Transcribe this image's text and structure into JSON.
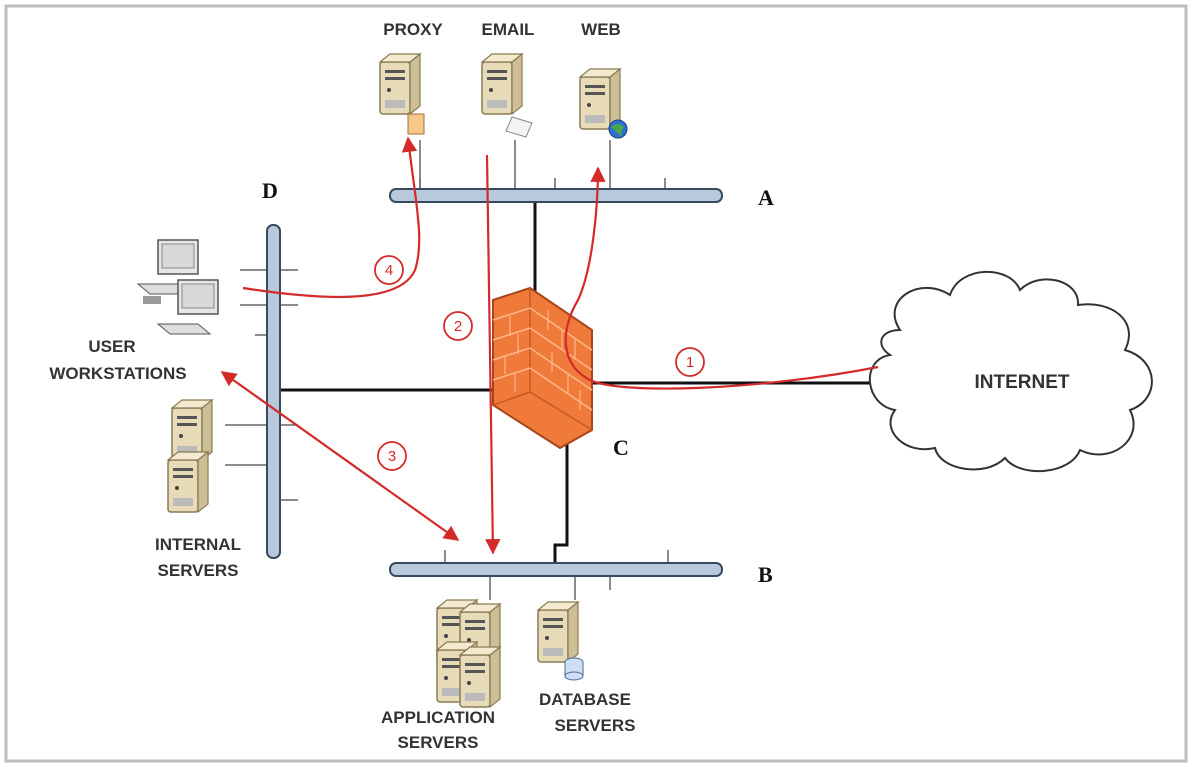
{
  "servers_top": {
    "proxy": "PROXY",
    "email": "EMAIL",
    "web": "WEB"
  },
  "zones": {
    "a": "A",
    "b": "B",
    "c": "C",
    "d": "D"
  },
  "user_workstations": [
    "USER",
    "WORKSTATIONS"
  ],
  "internal_servers": [
    "INTERNAL",
    "SERVERS"
  ],
  "application_servers": [
    "APPLICATION",
    "SERVERS"
  ],
  "database_servers": [
    "DATABASE",
    "SERVERS"
  ],
  "internet": "INTERNET",
  "steps": [
    "1",
    "2",
    "3",
    "4"
  ],
  "colors": {
    "flow": "#d42a2a",
    "bus": "#b9c9dc",
    "bus_stroke": "#3a4a5e",
    "firewall": "#f07a3a",
    "server": "#e8dcb8"
  }
}
